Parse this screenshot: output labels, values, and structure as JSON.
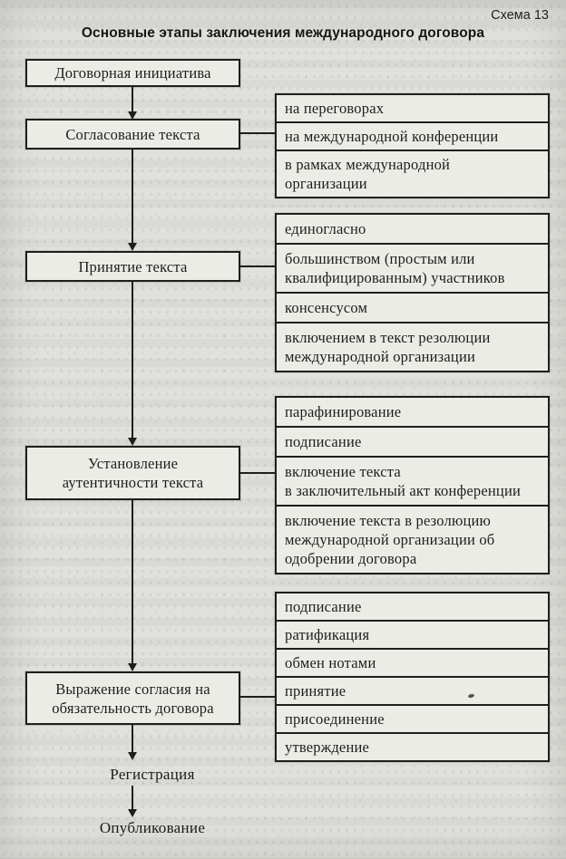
{
  "page": {
    "scheme_label": "Схема 13",
    "title": "Основные этапы заключения международного договора"
  },
  "stages": {
    "initiative": {
      "label": "Договорная инициатива"
    },
    "agreement": {
      "label": "Согласование текста"
    },
    "adoption": {
      "label": "Принятие текста"
    },
    "authentication": {
      "label": "Установление\nаутентичности текста"
    },
    "consent": {
      "label": "Выражение согласия на\nобязательность договора"
    },
    "registration": {
      "label": "Регистрация"
    },
    "publication": {
      "label": "Опубликование"
    }
  },
  "options": {
    "agreement": [
      "на переговорах",
      "на международной конференции",
      "в рамках международной\nорганизации"
    ],
    "adoption": [
      "единогласно",
      "большинством (простым или\nквалифицированным) участников",
      "консенсусом",
      "включением в текст резолюции\nмеждународной организации"
    ],
    "authentication": [
      "парафинирование",
      "подписание",
      "включение текста\nв заключительный акт конференции",
      "включение текста в резолюцию\nмеждународной организации об\nодобрении договора"
    ],
    "consent": [
      "подписание",
      "ратификация",
      "обмен нотами",
      "принятие",
      "присоединение",
      "утверждение"
    ]
  },
  "colors": {
    "ink": "#1e1e1c",
    "paper": "#e0e0dc",
    "box_fill": "#ecece7"
  }
}
